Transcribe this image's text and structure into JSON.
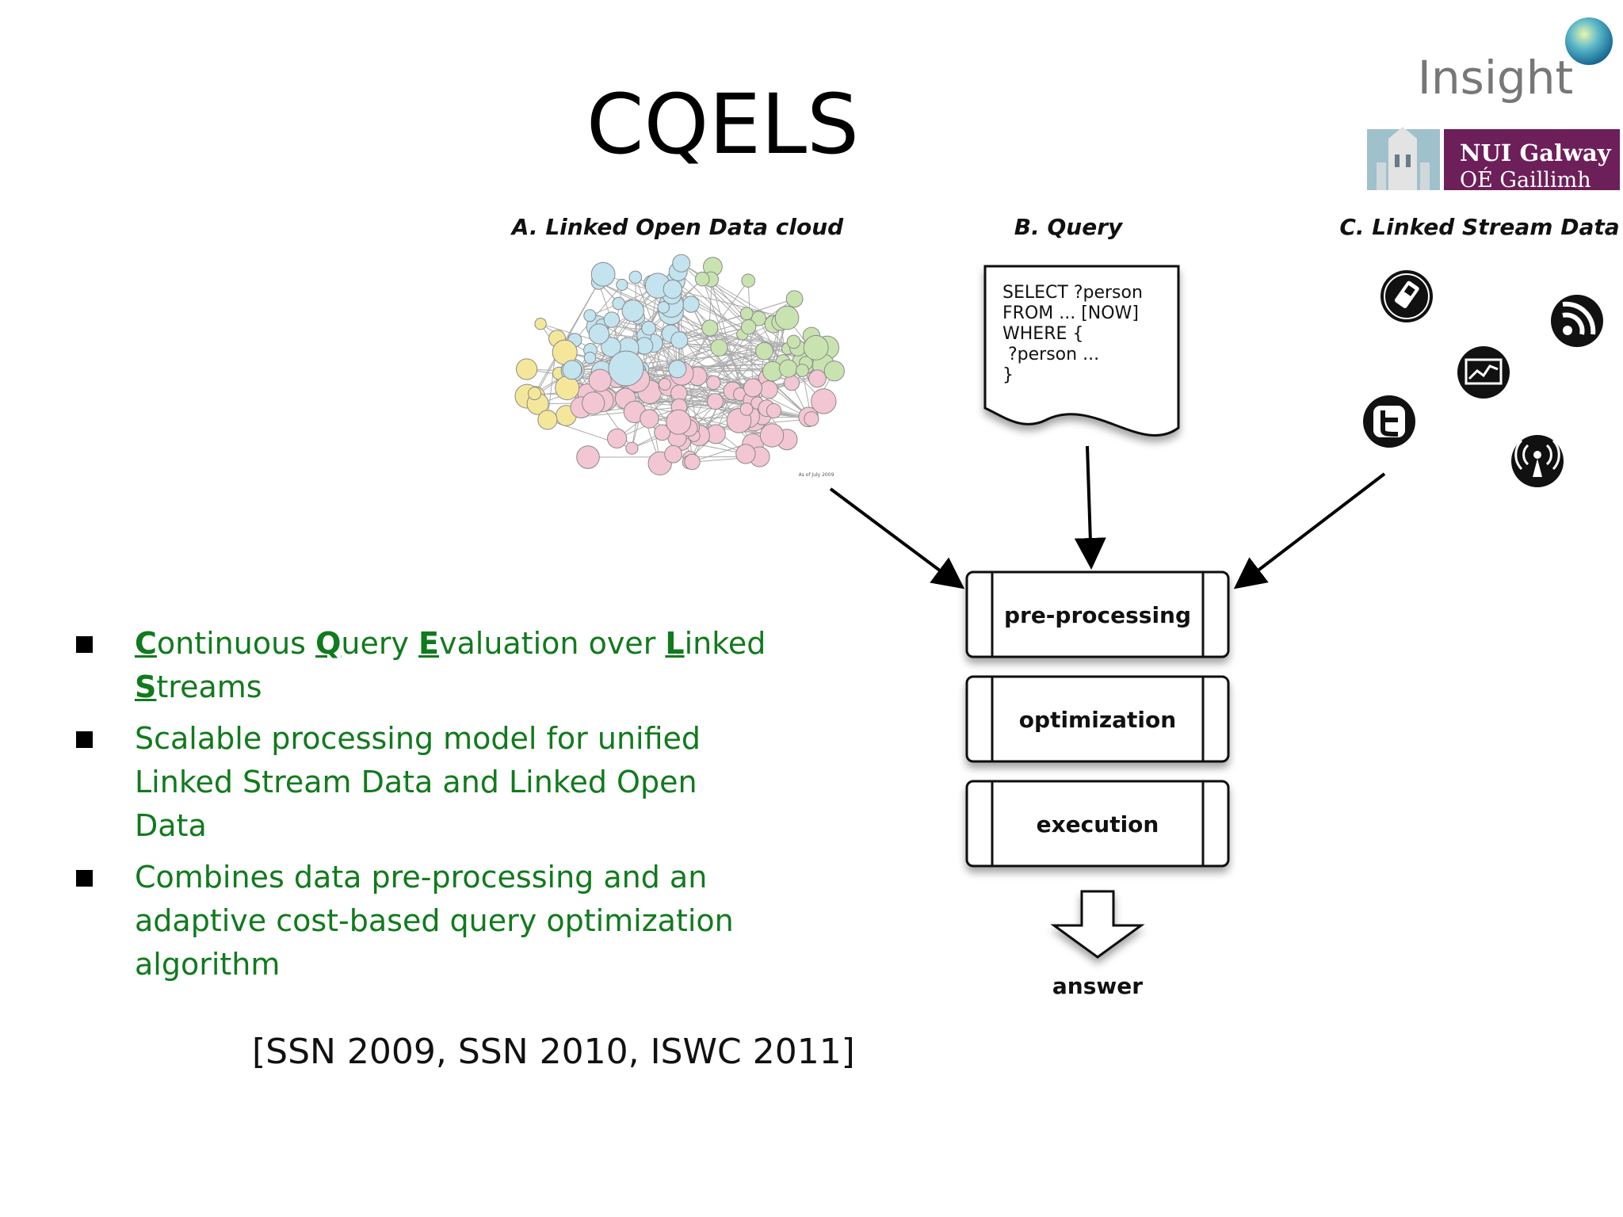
{
  "slide": {
    "title": "CQELS",
    "logo_text": "Insight",
    "university": {
      "line1": "NUI Galway",
      "line2": "OÉ Gaillimh",
      "color": "#6d1f5a"
    }
  },
  "diagram": {
    "panel_titles": [
      "A. Linked Open Data cloud",
      "B. Query",
      "C. Linked Stream Data"
    ],
    "lod_caption": "As of July 2009",
    "query_lines": [
      "SELECT ?person",
      "FROM ... [NOW]",
      "WHERE {",
      " ?person ...",
      "}"
    ],
    "stages": [
      "pre-processing",
      "optimization",
      "execution"
    ],
    "output_label": "answer",
    "stream_icons": [
      "mobile-phone-icon",
      "rss-feed-icon",
      "chart-screen-icon",
      "twitter-icon",
      "wireless-sensor-icon"
    ]
  },
  "bullets": [
    [
      {
        "text": "C",
        "underline": true
      },
      {
        "text": "ontinuous "
      },
      {
        "text": "Q",
        "underline": true
      },
      {
        "text": "uery "
      },
      {
        "text": "E",
        "underline": true
      },
      {
        "text": "valuation over "
      },
      {
        "text": "L",
        "underline": true
      },
      {
        "text": "inked "
      },
      {
        "text": "S",
        "underline": true
      },
      {
        "text": "treams"
      }
    ],
    [
      {
        "text": "Scalable processing model for unified Linked Stream Data and Linked Open Data"
      }
    ],
    [
      {
        "text": "Combines data pre-processing and an adaptive cost-based query optimization algorithm"
      }
    ]
  ],
  "citation": "[SSN 2009, SSN 2010, ISWC 2011]",
  "colors": {
    "bullet_text": "#117a1d",
    "title": "#000000",
    "lod_yellow": "#f5e79a",
    "lod_green": "#c9e3b0",
    "lod_blue": "#c3e3ef",
    "lod_pink": "#f3c6d3"
  }
}
